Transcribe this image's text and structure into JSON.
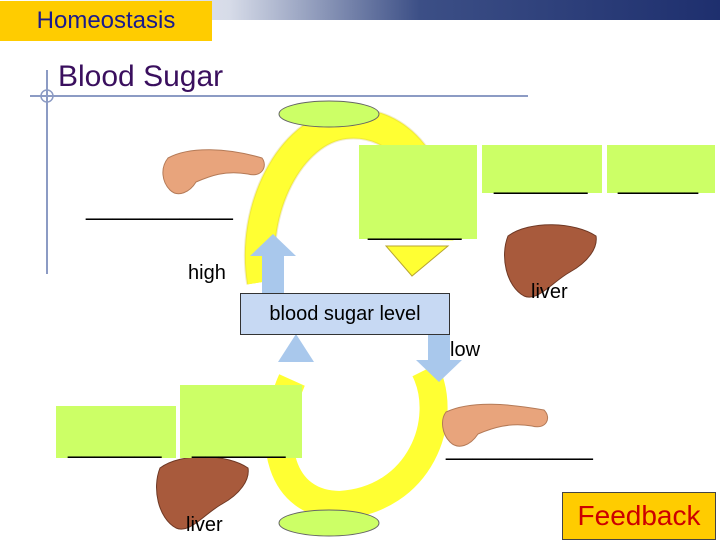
{
  "slide": {
    "section_title": "Homeostasis",
    "heading": "Blood Sugar"
  },
  "diagram": {
    "center_label": "blood sugar level",
    "high_label": "high",
    "low_label": "low",
    "liver_top_label": "liver",
    "liver_bottom_label": "liver",
    "blank_pancreas_top": "___________",
    "blank_green_top_1": "_______",
    "blank_green_top_2": "______",
    "blank_green_top_3": "_______",
    "blank_green_bottom_1": "_______",
    "blank_green_bottom_2": "_______",
    "blank_pancreas_bottom": "___________"
  },
  "feedback": {
    "label": "Feedback"
  },
  "colors": {
    "accent_yellow": "#ffcc00",
    "green_box": "#ccff66",
    "arrow_yellow": "#ffff33",
    "arrow_blue": "#a9c8ec",
    "pancreas": "#e8a47c",
    "liver": "#a85a3c"
  }
}
